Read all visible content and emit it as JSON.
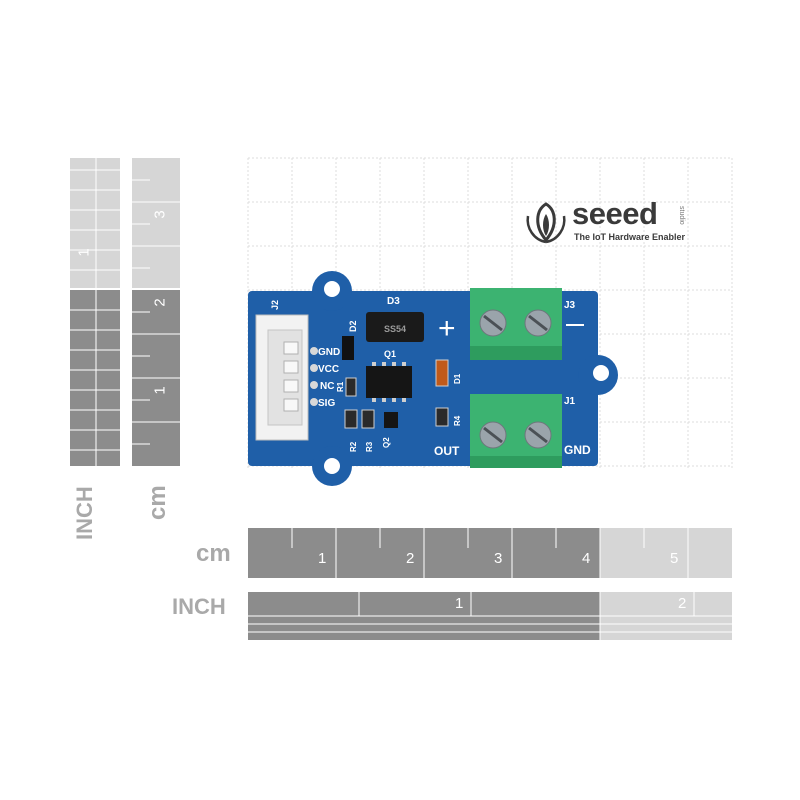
{
  "brand": {
    "name": "seeed",
    "tagline": "The IoT Hardware Enabler",
    "side_text": "studio"
  },
  "rulers": {
    "cm_label": "cm",
    "inch_label": "INCH",
    "cm_numbers": [
      "1",
      "2",
      "3",
      "4",
      "5"
    ],
    "inch_numbers": [
      "1",
      "2"
    ],
    "vertical_cm_numbers": [
      "1",
      "2",
      "3"
    ],
    "vertical_inch_numbers": [
      "1"
    ]
  },
  "board": {
    "pcb_color": "#1f5fa8",
    "terminal_color": "#3cb371",
    "silkscreen": {
      "j2": "J2",
      "d2": "D2",
      "d3": "D3",
      "q1": "Q1",
      "chip_d3": "SS54",
      "gnd": "GND",
      "vcc": "VCC",
      "nc": "NC",
      "sig": "SIG",
      "r1": "R1",
      "r2": "R2",
      "r3": "R3",
      "r4": "R4",
      "q2": "Q2",
      "d1": "D1",
      "j3": "J3",
      "j1": "J1",
      "plus": "+",
      "out": "OUT",
      "gnd_right": "GND"
    }
  }
}
